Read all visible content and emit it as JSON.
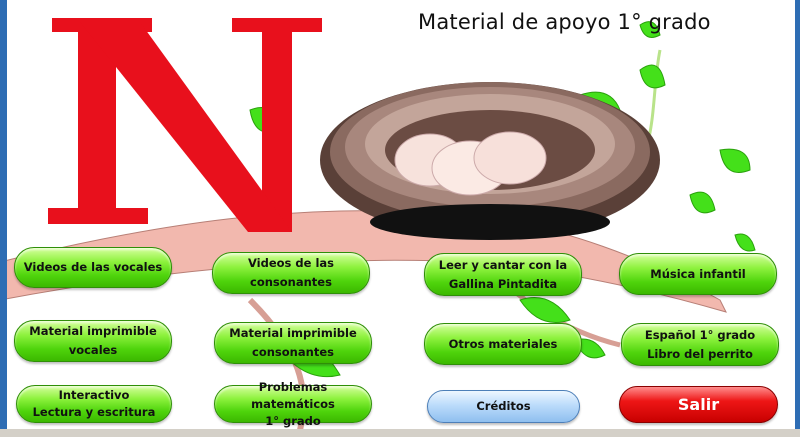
{
  "header": {
    "title": "Material de apoyo 1° grado",
    "logo_letter": "N"
  },
  "buttons": {
    "videos_vocales": "Videos de las vocales",
    "videos_consonantes_1": "Videos de las",
    "videos_consonantes_2": "consonantes",
    "gallina_1": "Leer y cantar con la",
    "gallina_2": "Gallina Pintadita",
    "musica": "Música infantil",
    "imprimible_vocales_1": "Material imprimible",
    "imprimible_vocales_2": "vocales",
    "imprimible_consonantes_1": "Material imprimible",
    "imprimible_consonantes_2": "consonantes",
    "otros": "Otros materiales",
    "espanol_1": "Español 1° grado",
    "espanol_2": "Libro del perrito",
    "interactivo_1": "Interactivo",
    "interactivo_2": "Lectura y escritura",
    "problemas_1": "Problemas matemáticos",
    "problemas_2": "1° grado",
    "creditos": "Créditos",
    "salir": "Salir"
  },
  "colors": {
    "frame": "#2e6db4",
    "letter": "#e8101c",
    "button_green": "#4fd40c",
    "button_red": "#e00000",
    "button_blue": "#a9cff5"
  }
}
